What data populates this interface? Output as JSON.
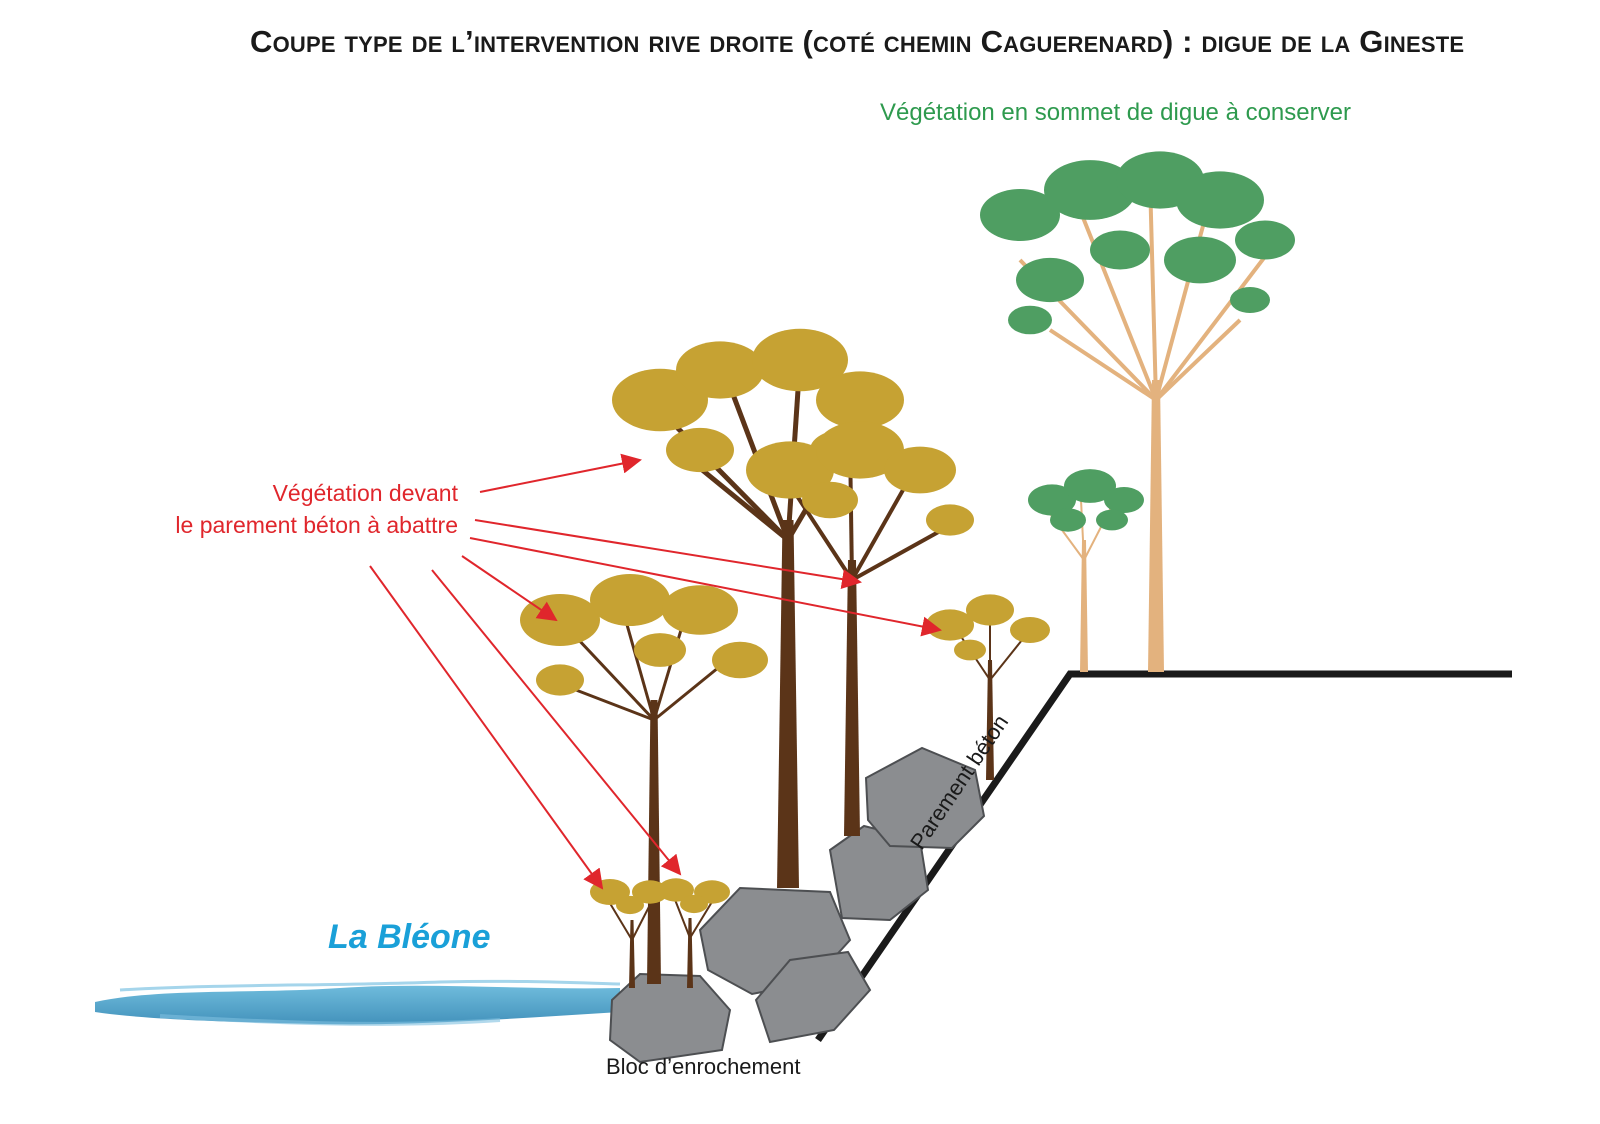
{
  "title": "Coupe type de l’intervention rive droite (coté chemin Caguerenard) : digue de la Gineste",
  "labels": {
    "vegetation_keep": "Végétation en sommet de digue à conserver",
    "vegetation_cut_line1": "Végétation devant",
    "vegetation_cut_line2": "le parement béton à abattre",
    "river": "La Bléone",
    "rock_block": "Bloc d’enrochement",
    "concrete_facing": "Parement béton"
  },
  "colors": {
    "keep_foliage": "#4f9e62",
    "cut_foliage": "#c6a233",
    "trunk_dark": "#5b3418",
    "trunk_light": "#e3b27e",
    "arrow": "#e0262c",
    "water": "#3b97c2",
    "rock": "#8b8d90",
    "dike_line": "#1a1a1a",
    "label_green": "#2e9a4e",
    "label_red": "#e0262c",
    "label_blue": "#1aa0d8"
  }
}
